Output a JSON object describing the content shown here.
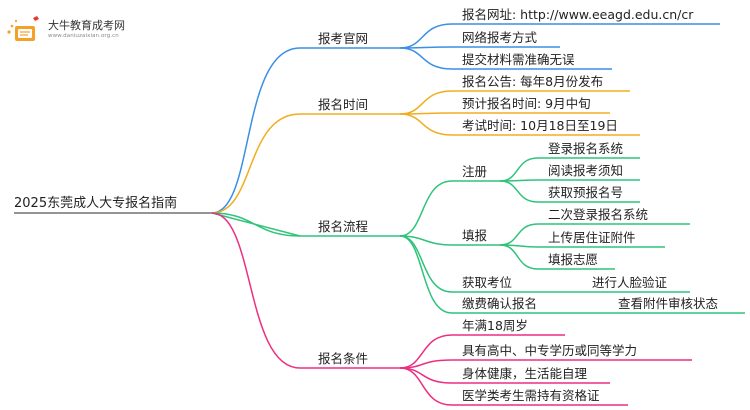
{
  "logo": {
    "title": "大牛教育成考网",
    "url": "www.daniuzaixian.org.cn"
  },
  "root": "2025东莞成人大专报名指南",
  "branches": [
    {
      "label": "报考官网",
      "color": "#3a8fe6",
      "items": [
        "报名网址: http://www.eeagd.edu.cn/cr",
        "网络报考方式",
        "提交材料需准确无误"
      ]
    },
    {
      "label": "报名时间",
      "color": "#f0ad1e",
      "items": [
        "报名公告: 每年8月份发布",
        "预计报名时间: 9月中旬",
        "考试时间: 10月18日至19日"
      ]
    },
    {
      "label": "报名流程",
      "color": "#2fc37b",
      "subs": [
        {
          "label": "注册",
          "items": [
            "登录报名系统",
            "阅读报考须知",
            "获取预报名号"
          ]
        },
        {
          "label": "填报",
          "items": [
            "二次登录报名系统",
            "上传居住证附件",
            "填报志愿"
          ]
        },
        {
          "label": "获取考位",
          "items": [
            "进行人脸验证"
          ]
        },
        {
          "label": "缴费确认报名",
          "items": [
            "查看附件审核状态"
          ]
        }
      ]
    },
    {
      "label": "报名条件",
      "color": "#ec2f82",
      "items": [
        "年满18周岁",
        "具有高中、中专学历或同等学力",
        "身体健康，生活能自理",
        "医学类考生需持有资格证"
      ]
    }
  ]
}
